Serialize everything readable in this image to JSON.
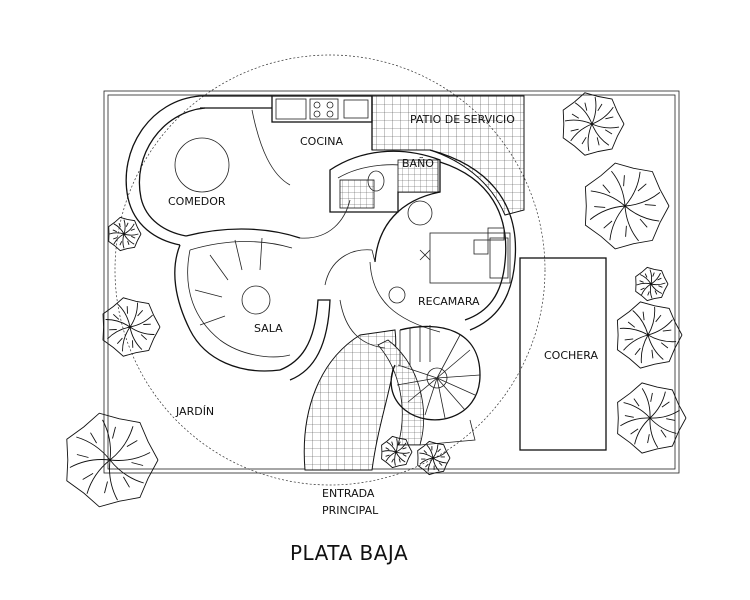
{
  "floor_plan": {
    "title": "PLATA BAJA",
    "rooms": {
      "patio": "PATIO DE SERVICIO",
      "cocina": "COCINA",
      "bano": "BAÑO",
      "comedor": "COMEDOR",
      "recamara": "RECAMARA",
      "sala": "SALA",
      "cochera": "COCHERA",
      "jardin": "JARDÍN"
    },
    "entrance": {
      "line1": "ENTRADA",
      "line2": "PRINCIPAL"
    },
    "colors": {
      "line": "#111111",
      "background": "#ffffff"
    }
  }
}
